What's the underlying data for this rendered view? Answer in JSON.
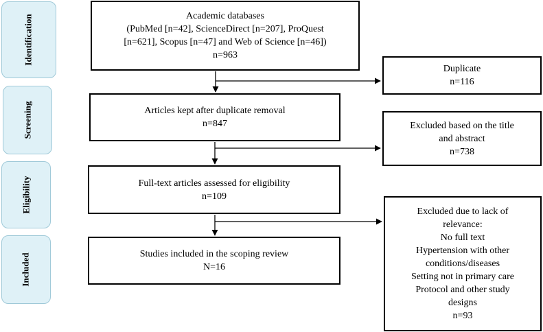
{
  "stages": {
    "identification": "Identification",
    "screening": "Screening",
    "eligibility": "Eligibility",
    "included": "Included"
  },
  "boxes": {
    "databases": [
      "Academic databases",
      "(PubMed [n=42], ScienceDirect [n=207], ProQuest",
      "[n=621], Scopus [n=47] and Web of Science [n=46])",
      "n=963"
    ],
    "duplicate": [
      "Duplicate",
      "n=116"
    ],
    "after_duplicates": [
      "Articles kept after duplicate removal",
      "n=847"
    ],
    "excluded_title": [
      "Excluded based on the title",
      "and abstract",
      "n=738"
    ],
    "fulltext": [
      "Full-text articles assessed for eligibility",
      "n=109"
    ],
    "excluded_relevance": [
      "Excluded due to lack of",
      "relevance:",
      "No full text",
      "Hypertension with other",
      "conditions/diseases",
      "Setting not in primary care",
      "Protocol and other study",
      "designs",
      "n=93"
    ],
    "included": [
      "Studies included in the scoping review",
      "N=16"
    ]
  },
  "colors": {
    "stage_fill": "#dff1f7",
    "stage_border": "#9fc9d8",
    "box_border": "#000000"
  }
}
